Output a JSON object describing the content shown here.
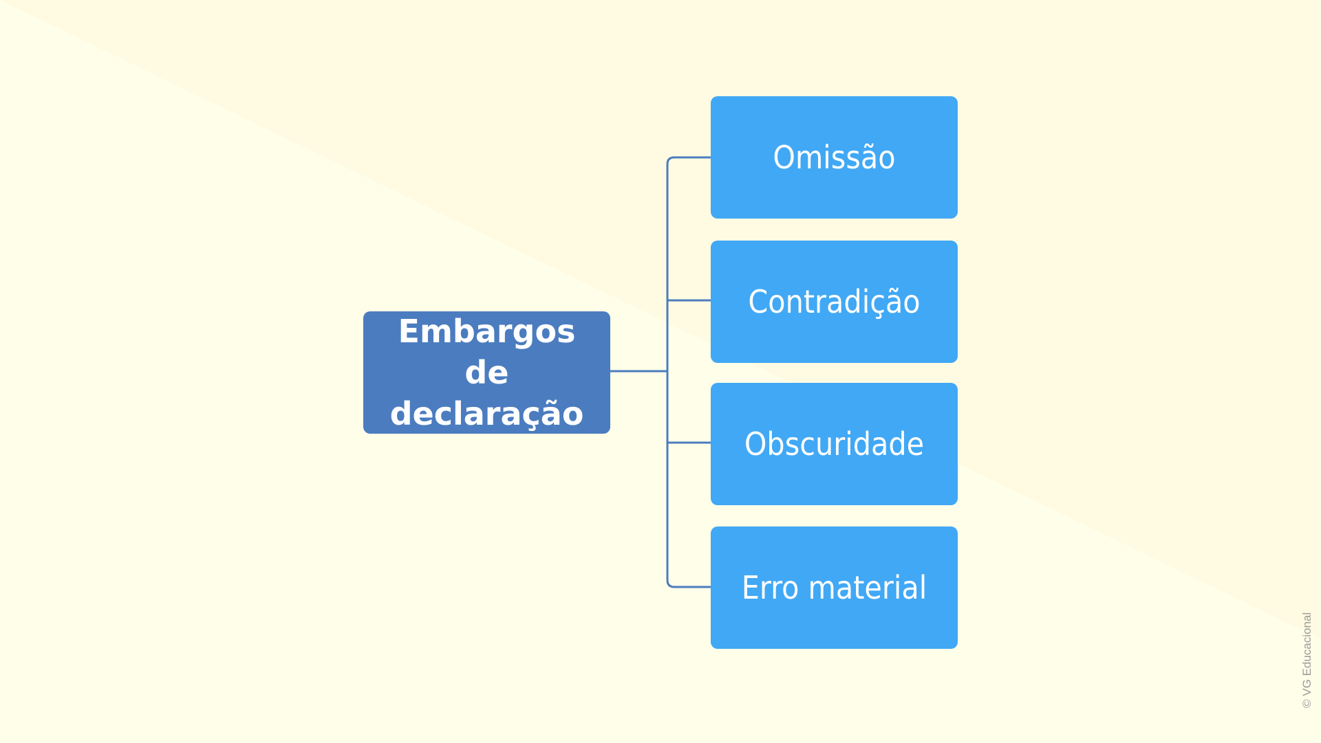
{
  "diagram": {
    "type": "tree",
    "root": {
      "label_line1": "Embargos de",
      "label_line2": "declaração"
    },
    "children": [
      {
        "label": "Omissão"
      },
      {
        "label": "Contradição"
      },
      {
        "label": "Obscuridade"
      },
      {
        "label": "Erro material"
      }
    ]
  },
  "colors": {
    "background": "#fefee9",
    "background_band": "#fffbe2",
    "root_fill": "#4b7cbf",
    "child_fill": "#41a8f5",
    "connector": "#4b7cbf",
    "text": "#ffffff"
  },
  "watermark": {
    "text": "© VG Educacional"
  }
}
